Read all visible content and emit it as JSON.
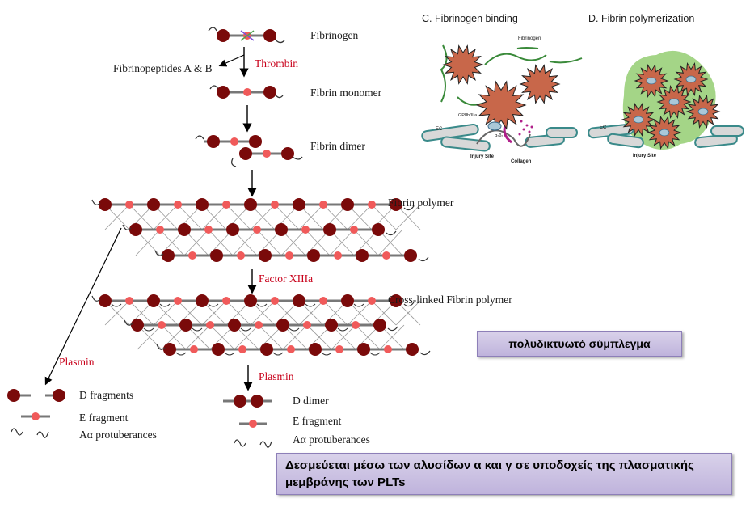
{
  "pathway": {
    "fibrinogen": "Fibrinogen",
    "fibrinopeptides": "Fibrinopeptides A & B",
    "thrombin": "Thrombin",
    "monomer": "Fibrin monomer",
    "dimer": "Fibrin dimer",
    "polymer": "Fibrin polymer",
    "factor": "Factor XIIIa",
    "crosslinked": "Cross-linked Fibrin polymer",
    "plasmin": "Plasmin"
  },
  "products_left": {
    "d_fragments": "D fragments",
    "e_fragment": "E fragment",
    "protuberances": "Aα protuberances"
  },
  "products_right": {
    "d_dimer": "D dimer",
    "e_fragment": "E fragment",
    "protuberances": "Aα protuberances"
  },
  "panel_c": {
    "title": "C. Fibrinogen binding",
    "fibrinogen": "Fibrinogen",
    "receptor": "GPIIb/IIIa",
    "ec": "EC",
    "injury": "Injury Site",
    "collagen": "Collagen",
    "a2b1": "α₂β₁"
  },
  "panel_d": {
    "title": "D. Fibrin polymerization",
    "ec": "EC",
    "injury": "Injury Site"
  },
  "boxes": {
    "network": "πολυδικτυωτό σύμπλεγμα",
    "binding": "Δεσμεύεται μέσω των αλυσίδων α και γ σε υποδοχείς της πλασματικής μεμβράνης των PLTs"
  },
  "colors": {
    "d_domain": "#7a0a0a",
    "e_domain": "#f05a5a",
    "accent_red": "#c8001a",
    "platelet": "#c8674a",
    "box_fill": "#cfc6e6"
  }
}
